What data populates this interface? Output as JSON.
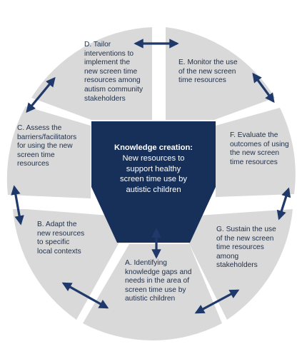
{
  "colors": {
    "segment_fill": "#d9d9d9",
    "center_fill": "#17305a",
    "arrow": "#1f3a6a",
    "text": "#1f2f4a"
  },
  "center": {
    "title": "Knowledge creation:",
    "lines": [
      "New resources to",
      "support healthy",
      "screen time use by",
      "autistic children"
    ]
  },
  "segments": [
    {
      "id": "a",
      "lines": [
        "A. Identifying",
        "knowledge gaps and",
        "needs in the area of",
        "screen time use by",
        "autistic children"
      ]
    },
    {
      "id": "b",
      "lines": [
        "B. Adapt the",
        "new resources",
        "to specific",
        "local contexts"
      ]
    },
    {
      "id": "c",
      "lines": [
        "C. Assess the",
        "barriers/facilitators",
        "for using the new",
        "screen time",
        "resources"
      ]
    },
    {
      "id": "d",
      "lines": [
        "D. Tailor",
        "interventions to",
        "implement the",
        "new screen time",
        "resources among",
        "autism community",
        "stakeholders"
      ]
    },
    {
      "id": "e",
      "lines": [
        "E. Monitor the use",
        "of the new screen",
        "time resources"
      ]
    },
    {
      "id": "f",
      "lines": [
        "F. Evaluate the",
        "outcomes of using",
        "the new screen",
        "time resources"
      ]
    },
    {
      "id": "g",
      "lines": [
        "G. Sustain the use",
        "of the new screen",
        "time resources",
        "among",
        "stakeholders"
      ]
    }
  ]
}
